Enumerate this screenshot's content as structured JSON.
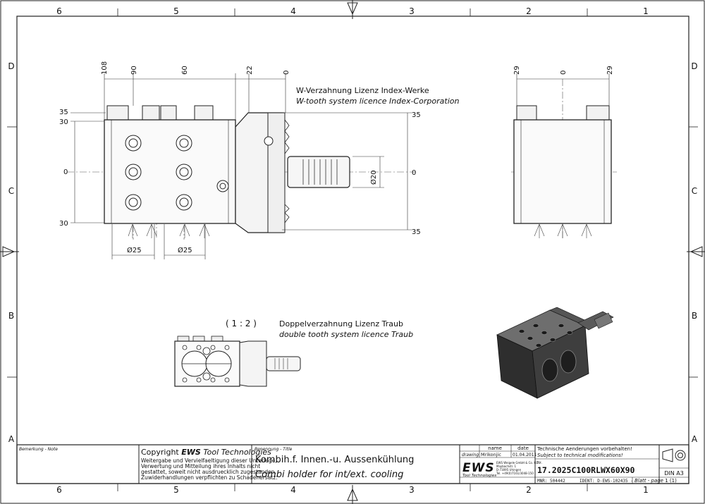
{
  "frame": {
    "columns_top": [
      "6",
      "5",
      "4",
      "3",
      "2",
      "1"
    ],
    "columns_bottom": [
      "6",
      "5",
      "4",
      "3",
      "2",
      "1"
    ],
    "rows_left": [
      "D",
      "C",
      "B",
      "A"
    ],
    "rows_right": [
      "D",
      "C",
      "B",
      "A"
    ]
  },
  "front_view": {
    "dims_top": [
      "108",
      "90",
      "60",
      "22",
      "0"
    ],
    "dims_left": [
      "35",
      "30",
      "0",
      "30"
    ],
    "dims_right": [
      "35",
      "0",
      "35"
    ],
    "shank_dia": "Ø20",
    "coolant_dia_1": "Ø25",
    "coolant_dia_2": "Ø25",
    "note_de": "W-Verzahnung Lizenz Index-Werke",
    "note_en": "W-tooth system licence Index-Corporation"
  },
  "side_view": {
    "dims_top": [
      "29",
      "0",
      "29"
    ]
  },
  "detail_view": {
    "scale": "( 1 : 2 )",
    "note_de": "Doppelverzahnung Lizenz Traub",
    "note_en": "double tooth system licence Traub"
  },
  "title_block": {
    "remark_label": "Bemerkung - Note",
    "copyright_title_prefix": "Copyright ",
    "copyright_brand": "EWS",
    "copyright_title_suffix": " Tool Technologies",
    "copyright_lines": [
      "Weitergabe und Vervielfaeltigung dieser Unterlage,",
      "Verwertung und Mitteilung ihres Inhalts nicht",
      "gestattet, soweit nicht ausdruecklich zugestanden.",
      "Zuwiderhandlungen verpflichten zu Schadenersatz."
    ],
    "designation_label": "Benennung - Title",
    "title_de": "Kombih.f. Innen.-u. Aussenkühlung",
    "title_en": "Combi holder for int/ext. cooling",
    "name_header": "name",
    "date_header": "date",
    "drawing_label": "drawing",
    "drawn_by": "Mrikonjic",
    "drawn_date": "01.04.2011",
    "logo_text": "EWS",
    "logo_sub": "Tool Technologies",
    "company_lines": [
      "EWS Weigele GmbH & Co. KG",
      "Maybachstr. 1",
      "D-73095 Uhingen",
      "Tel. +49(0)7161/3048-150"
    ],
    "tech_note_de": "Technische Aenderungen vorbehalten!",
    "tech_note_en": "Subject to technical modifications!",
    "number_label": "Nr.",
    "part_number": "17.2025C100RLWX60X90",
    "mnr": "MNR: 504442",
    "ident": "IDENT: D-EWS-102435 -",
    "sheet_label": "Blatt - page",
    "sheet_value": "1 (1)",
    "format": "DIN A3"
  }
}
